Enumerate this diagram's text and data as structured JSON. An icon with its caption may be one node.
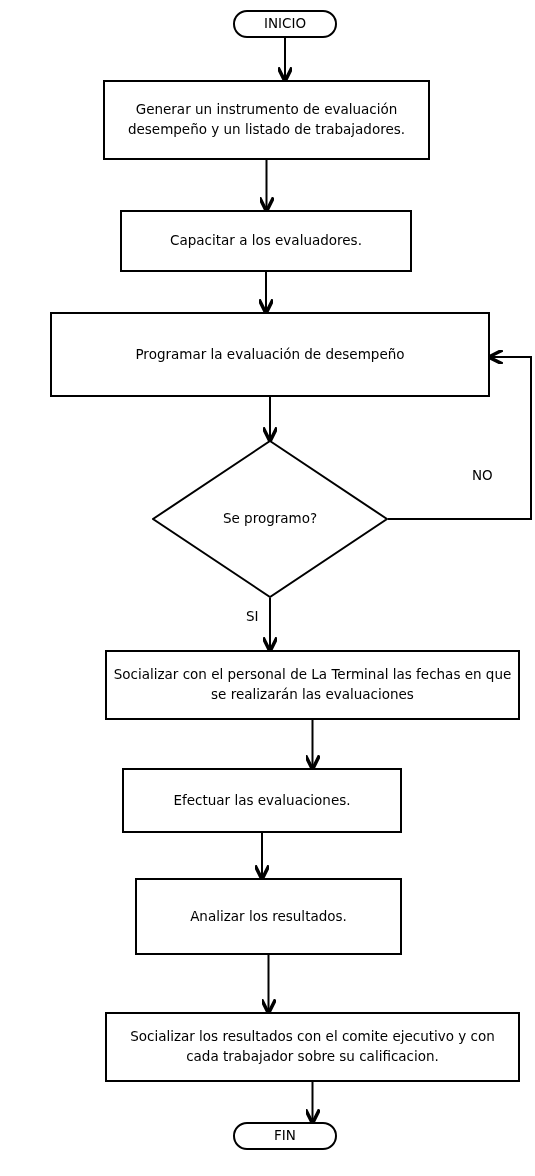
{
  "diagram": {
    "nodes": [
      {
        "text": [
          "INICIO"
        ]
      },
      {
        "text": [
          "Generar un instrumento de evaluación desempeño y un listado de trabajadores."
        ]
      },
      {
        "text": [
          "Capacitar a los evaluadores."
        ]
      },
      {
        "text": [
          "Programar la evaluación de desempeño"
        ]
      },
      {
        "text": [
          "Se programo?"
        ]
      },
      {
        "text": [
          "Socializar con el personal de La Terminal las fechas en que se realizarán las evaluaciones"
        ]
      },
      {
        "text": [
          "Efectuar las evaluaciones."
        ]
      },
      {
        "text": [
          "Analizar los resultados."
        ]
      },
      {
        "text": [
          "Socializar los resultados con el comite ejecutivo y con cada trabajador sobre su calificacion."
        ]
      },
      {
        "text": [
          "FIN"
        ]
      }
    ],
    "edges": [
      {
        "from": 0,
        "to": 1,
        "arrow": "to"
      },
      {
        "from": 1,
        "to": 2,
        "arrow": "to"
      },
      {
        "from": 2,
        "to": 3,
        "arrow": "to"
      },
      {
        "from": 3,
        "to": 4,
        "arrow": "to"
      },
      {
        "from": 4,
        "to": 3,
        "arrow": "to",
        "label": "NO"
      },
      {
        "from": 4,
        "to": 5,
        "arrow": "to",
        "label": "SI"
      },
      {
        "from": 5,
        "to": 6,
        "arrow": "to"
      },
      {
        "from": 6,
        "to": 7,
        "arrow": "to"
      },
      {
        "from": 7,
        "to": 8,
        "arrow": "to"
      },
      {
        "from": 8,
        "to": 9,
        "arrow": "to"
      }
    ]
  }
}
